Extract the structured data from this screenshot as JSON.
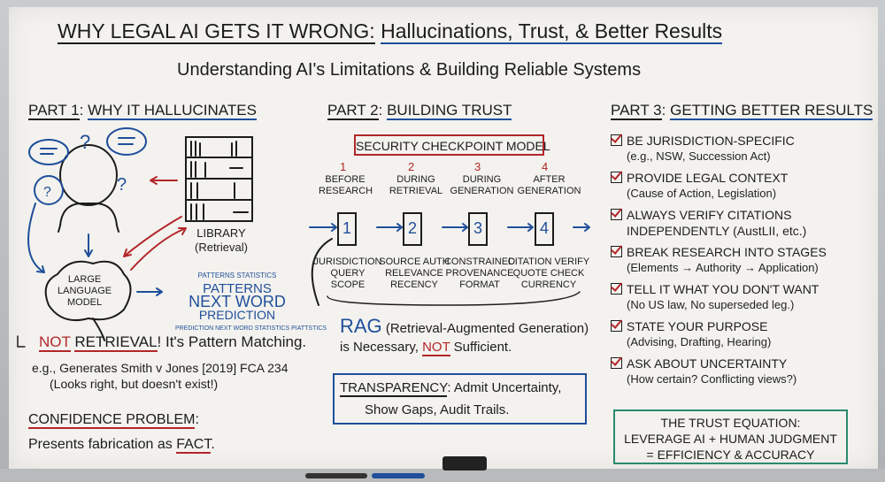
{
  "title": {
    "main": "WHY LEGAL AI GETS IT WRONG:",
    "rest": "Hallucinations, Trust, & Better Results",
    "subtitle": "Understanding AI's Limitations & Building Reliable Systems"
  },
  "part1": {
    "label": "PART 1",
    "heading": "WHY IT HALLUCINATES",
    "library": "LIBRARY",
    "library_sub": "(Retrieval)",
    "brain": [
      "LARGE",
      "LANGUAGE",
      "MODEL"
    ],
    "cloud": {
      "big": [
        "PATTERNS",
        "NEXT WORD",
        "PREDICTION"
      ],
      "small": [
        "PATTERNS",
        "STATISTICS",
        "PREDICTION",
        "NEXT WORD",
        "STATISTICS",
        "PIATTSTICS"
      ]
    },
    "not": "NOT",
    "retrieval": "RETRIEVAL",
    "pattern": "! It's Pattern Matching.",
    "eg": "e.g., Generates Smith v Jones [2019] FCA 234",
    "eg2": "(Looks right, but doesn't exist!)",
    "confidence": "CONFIDENCE PROBLEM",
    "conf_text": "Presents fabrication as",
    "fact": "FACT"
  },
  "part2": {
    "label": "PART 2",
    "heading": "BUILDING TRUST",
    "model": "SECURITY CHECKPOINT MODEL",
    "steps": [
      {
        "n": "1",
        "stage": "BEFORE RESEARCH",
        "checks": [
          "JURISDICTION",
          "QUERY",
          "SCOPE"
        ]
      },
      {
        "n": "2",
        "stage": "DURING RETRIEVAL",
        "checks": [
          "SOURCE AUTH",
          "RELEVANCE",
          "RECENCY"
        ]
      },
      {
        "n": "3",
        "stage": "DURING GENERATION",
        "checks": [
          "CONSTRAINED",
          "PROVENANCE",
          "FORMAT"
        ]
      },
      {
        "n": "4",
        "stage": "AFTER GENERATION",
        "checks": [
          "CITATION VERIFY",
          "QUOTE CHECK",
          "CURRENCY"
        ]
      }
    ],
    "rag": "RAG",
    "rag_full": "(Retrieval-Augmented Generation)",
    "rag2a": "is Necessary,",
    "rag_not": "NOT",
    "rag2b": "Sufficient.",
    "transparency": "TRANSPARENCY",
    "trans_text": ": Admit Uncertainty,",
    "trans_text2": "Show Gaps, Audit Trails."
  },
  "part3": {
    "label": "PART 3",
    "heading": "GETTING BETTER RESULTS",
    "items": [
      {
        "t": "BE JURISDICTION-SPECIFIC",
        "d": "(e.g., NSW, Succession Act)"
      },
      {
        "t": "PROVIDE LEGAL CONTEXT",
        "d": "(Cause of Action, Legislation)"
      },
      {
        "t": "ALWAYS VERIFY CITATIONS",
        "t2": "INDEPENDENTLY (AustLII, etc.)"
      },
      {
        "t": "BREAK RESEARCH INTO STAGES",
        "d": "(Elements → Authority → Application)"
      },
      {
        "t": "TELL IT WHAT YOU DON'T WANT",
        "d": "(No US law, No superseded leg.)"
      },
      {
        "t": "STATE YOUR PURPOSE",
        "d": "(Advising, Drafting, Hearing)"
      },
      {
        "t": "ASK ABOUT UNCERTAINTY",
        "d": "(How certain? Conflicting views?)"
      }
    ],
    "eq": [
      "THE TRUST EQUATION:",
      "LEVERAGE AI + HUMAN JUDGMENT",
      "= EFFICIENCY & ACCURACY"
    ]
  },
  "colors": {
    "blue": "#1f4f9a",
    "red": "#b3262a",
    "green": "#2a8a6e"
  }
}
